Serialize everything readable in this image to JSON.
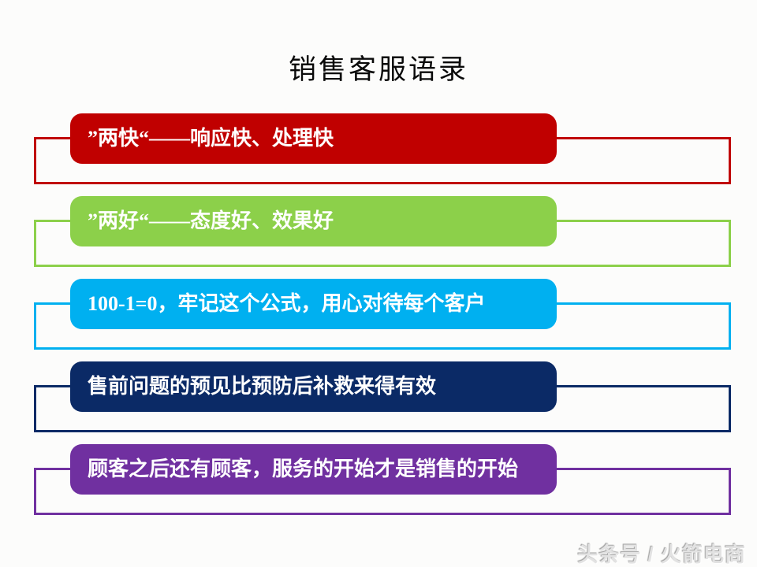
{
  "slide": {
    "title": "销售客服语录",
    "watermark": "头条号 / 火箭电商"
  },
  "rows": [
    {
      "id": "two-fast",
      "label": "”两快“——响应快、处理快",
      "color": "#C00000"
    },
    {
      "id": "two-good",
      "label": "”两好“——态度好、效果好",
      "color": "#8CD04A"
    },
    {
      "id": "formula-100",
      "label": "100-1=0，牢记这个公式，用心对待每个客户",
      "color": "#00B0F0"
    },
    {
      "id": "presale-foresight",
      "label": "售前问题的预见比预防后补救来得有效",
      "color": "#0B2A66"
    },
    {
      "id": "service-start",
      "label": "顾客之后还有顾客，服务的开始才是销售的开始",
      "color": "#7030A0"
    }
  ]
}
